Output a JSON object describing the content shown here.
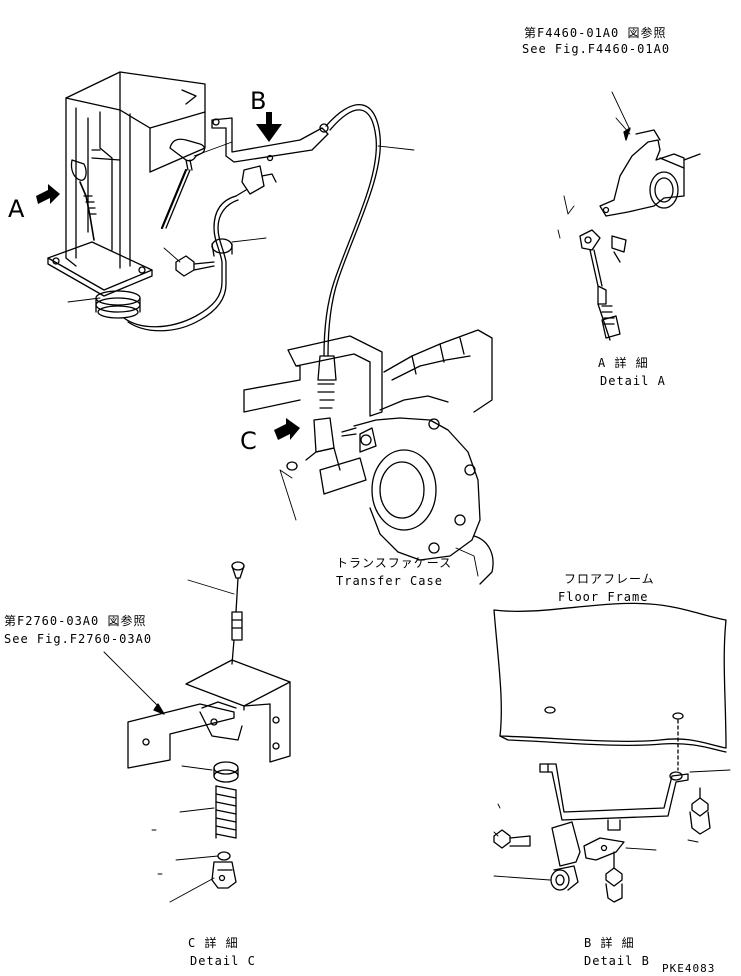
{
  "view_letters": {
    "a": "A",
    "b": "B",
    "c": "C"
  },
  "refs": {
    "fig_f4460_jp": "第F4460-01A0 図参照",
    "fig_f4460_en": "See Fig.F4460-01A0",
    "fig_f2760_jp": "第F2760-03A0 図参照",
    "fig_f2760_en": "See Fig.F2760-03A0"
  },
  "parts": {
    "transfer_case_jp": "トランスファケース",
    "transfer_case_en": "Transfer Case",
    "floor_frame_jp": "フロアフレーム",
    "floor_frame_en": "Floor Frame"
  },
  "details": {
    "a_jp": "A 詳 細",
    "a_en": "Detail A",
    "b_jp": "B 詳 細",
    "b_en": "Detail B",
    "c_jp": "C 詳 細",
    "c_en": "Detail C"
  },
  "drawing_code": "PKE4083"
}
